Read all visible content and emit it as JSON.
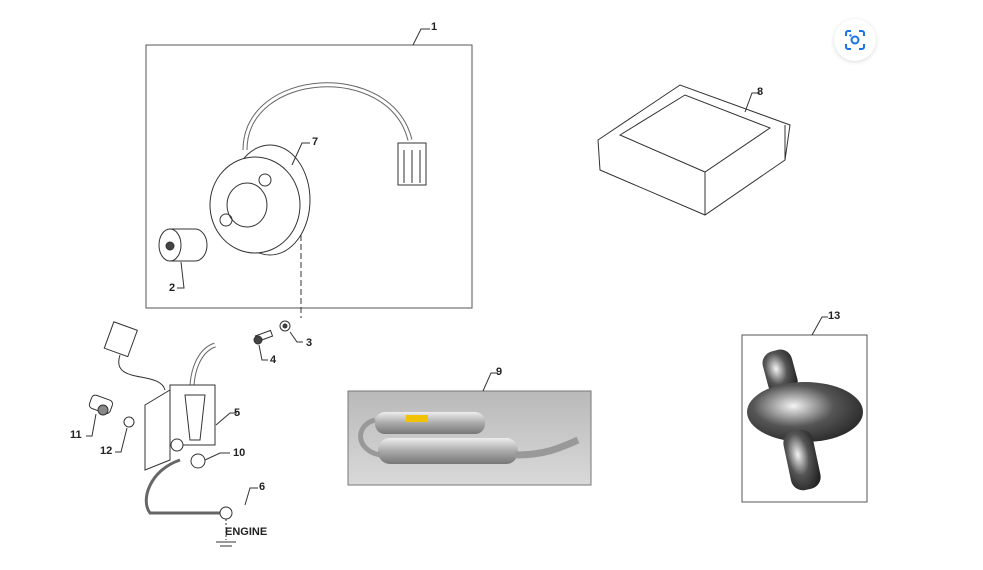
{
  "diagram": {
    "callouts": [
      "1",
      "2",
      "3",
      "4",
      "5",
      "6",
      "7",
      "8",
      "9",
      "10",
      "11",
      "12",
      "13"
    ],
    "ground_label": "ENGINE"
  },
  "toolbar": {
    "lens_icon": "visual-search-icon",
    "accent": "#1a73e8"
  }
}
